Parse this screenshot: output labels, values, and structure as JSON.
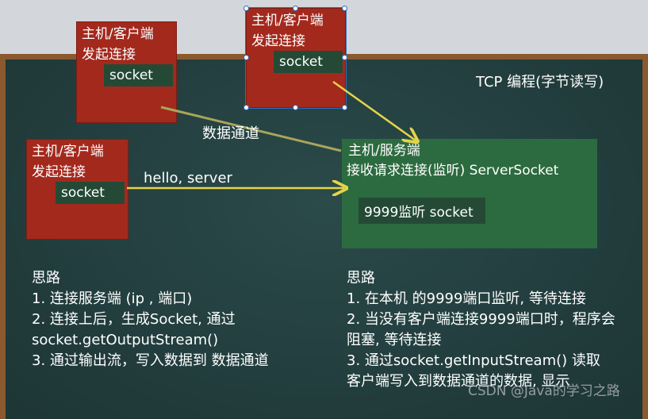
{
  "title": "TCP 编程(字节读写)",
  "client_boxes": [
    {
      "line1": "主机/客户端",
      "line2": "发起连接",
      "socket": "socket"
    },
    {
      "line1": "主机/客户端",
      "line2": "发起连接",
      "socket": "socket"
    },
    {
      "line1": "主机/客户端",
      "line2": "发起连接",
      "socket": "socket"
    }
  ],
  "server": {
    "line1": "主机/服务端",
    "line2": "接收请求连接(监听) ServerSocket",
    "socket": "9999监听 socket"
  },
  "labels": {
    "channel": "数据通道",
    "hello": "hello, server"
  },
  "client_notes": [
    "思路",
    "1. 连接服务端 (ip , 端口)",
    "2. 连接上后，生成Socket, 通过",
    "socket.getOutputStream()",
    "3. 通过输出流，写入数据到 数据通道"
  ],
  "server_notes": [
    "思路",
    "1. 在本机 的9999端口监听, 等待连接",
    "2. 当没有客户端连接9999端口时，程序会",
    "阻塞, 等待连接",
    "3. 通过socket.getInputStream() 读取",
    "客户端写入到数据通道的数据, 显示"
  ],
  "watermark": "CSDN @Java的学习之路",
  "colors": {
    "client_box": "#a3291d",
    "socket_box": "#244a36",
    "server_box": "#2c6b3f",
    "arrow": "#e5d44a",
    "board": "#1f3a3a"
  }
}
